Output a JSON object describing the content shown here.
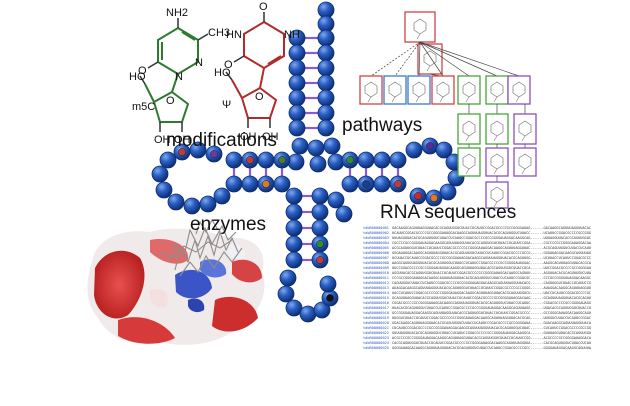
{
  "labels": {
    "modifications": "modifications",
    "pathways": "pathways",
    "enzymes": "enzymes",
    "rna_sequences": "RNA sequences",
    "m5c": "m5C",
    "psi": "Ψ"
  },
  "chem_m5c": {
    "nh2": "NH2",
    "ch3": "CH3",
    "n1": "N",
    "n2": "N",
    "o": "O",
    "ho": "HO",
    "oh1": "OH",
    "oh2": "OH",
    "ring_o": "O"
  },
  "chem_psi": {
    "o_top": "O",
    "hn": "HN",
    "nh": "NH",
    "o_left": "O",
    "ho": "HO",
    "oh1": "OH",
    "oh2": "OH",
    "ring_o": "O"
  },
  "colors": {
    "bead": "#2a5fc4",
    "bead_dark": "#163f8f",
    "rung": "#8a5bd6",
    "m5c_structure": "#2f7a2f",
    "psi_structure": "#b22a2a",
    "pathway_red": "#d04545",
    "pathway_blue": "#3a7ad0",
    "pathway_green": "#47a63a",
    "pathway_purple": "#8b4fc7"
  },
  "sequence_ids": [
    "tdbR00000001",
    "tdbR00000002",
    "tdbR00000003",
    "tdbR00000004",
    "tdbR00000005",
    "tdbR00000006",
    "tdbR00000007",
    "tdbR00000008",
    "tdbR00000009",
    "tdbR00000010",
    "tdbR00000011",
    "tdbR00000012",
    "tdbR00000013",
    "tdbR00000014",
    "tdbR00000015",
    "tdbR00000016",
    "tdbR00000017",
    "tdbR00000018",
    "tdbR00000019",
    "tdbR00000020",
    "tdbR00000021",
    "tdbR00000022",
    "tdbR00000023",
    "tdbR00000024",
    "tdbR00000025"
  ]
}
